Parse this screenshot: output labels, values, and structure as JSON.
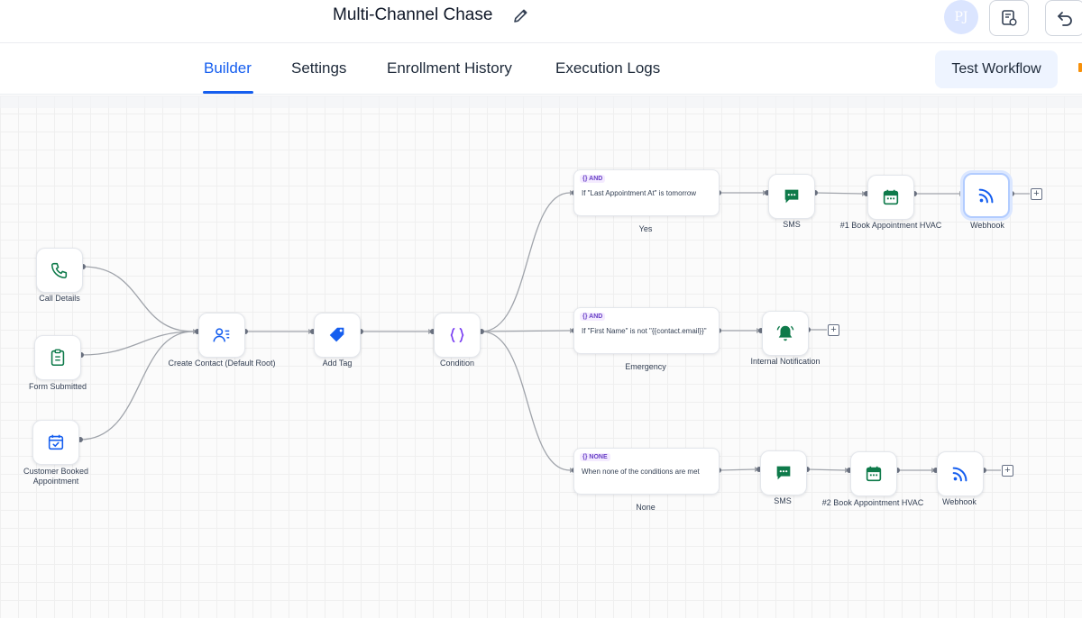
{
  "header": {
    "title": "Multi-Channel Chase",
    "avatar_initials": "PJ"
  },
  "tabs": [
    {
      "label": "Builder"
    },
    {
      "label": "Settings"
    },
    {
      "label": "Enrollment History"
    },
    {
      "label": "Execution Logs"
    }
  ],
  "actions": {
    "test_workflow": "Test Workflow"
  },
  "triggers": [
    {
      "label": "Call Details",
      "icon": "phone-icon"
    },
    {
      "label": "Form Submitted",
      "icon": "clipboard-icon"
    },
    {
      "label": "Customer Booked Appointment",
      "icon": "calendar-check-icon"
    }
  ],
  "main_flow": [
    {
      "label": "Create Contact (Default Root)",
      "icon": "user-list-icon"
    },
    {
      "label": "Add Tag",
      "icon": "tag-icon"
    },
    {
      "label": "Condition",
      "icon": "braces-icon"
    }
  ],
  "branches": [
    {
      "badge": "{} AND",
      "condition": "If \"Last Appointment At\" is tomorrow",
      "name": "Yes",
      "steps": [
        {
          "label": "SMS",
          "icon": "message-icon"
        },
        {
          "label": "#1 Book Appointment HVAC",
          "icon": "calendar-icon"
        },
        {
          "label": "Webhook",
          "icon": "webhook-icon"
        }
      ]
    },
    {
      "badge": "{} AND",
      "condition": "If \"First Name\" is not \"{{contact.email}}\"",
      "name": "Emergency",
      "steps": [
        {
          "label": "Internal Notification",
          "icon": "bell-icon"
        }
      ]
    },
    {
      "badge": "{} NONE",
      "condition": "When none of the conditions are met",
      "name": "None",
      "steps": [
        {
          "label": "SMS",
          "icon": "message-icon"
        },
        {
          "label": "#2 Book Appointment HVAC",
          "icon": "calendar-icon"
        },
        {
          "label": "Webhook",
          "icon": "webhook-icon"
        }
      ]
    }
  ],
  "colors": {
    "primary": "#155eef",
    "green": "#0e7a4a",
    "purple": "#6941c6",
    "edge": "#9ea3ab"
  }
}
